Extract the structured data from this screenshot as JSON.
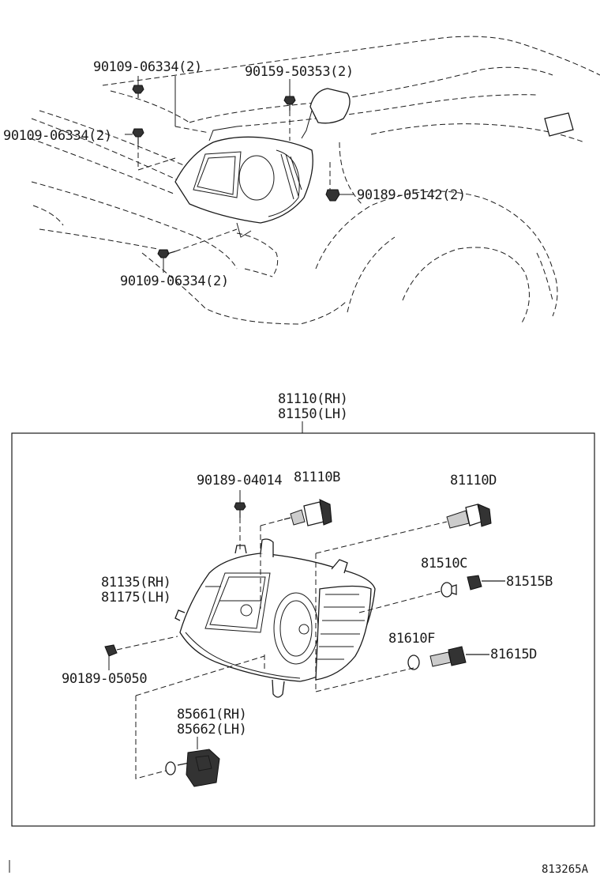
{
  "top_labels": {
    "bolt_upper_left": "90109-06334(2)",
    "bolt_top_center": "90159-50353(2)",
    "bolt_left": "90109-06334(2)",
    "clip_right": "90189-05142(2)",
    "bolt_lower": "90109-06334(2)"
  },
  "assembly": {
    "rh": "81110(RH)",
    "lh": "81150(LH)"
  },
  "box_labels": {
    "screw_top": "90189-04014",
    "bulb_main": "81110B",
    "bulb_right": "81110D",
    "housing_rh": "81135(RH)",
    "housing_lh": "81175(LH)",
    "bulb_small": "81510C",
    "socket_small": "81515B",
    "clip_left": "90189-05050",
    "bulb_side": "81610F",
    "socket_side": "81615D",
    "actuator_rh": "85661(RH)",
    "actuator_lh": "85662(LH)"
  },
  "footer": {
    "code": "813265A"
  }
}
